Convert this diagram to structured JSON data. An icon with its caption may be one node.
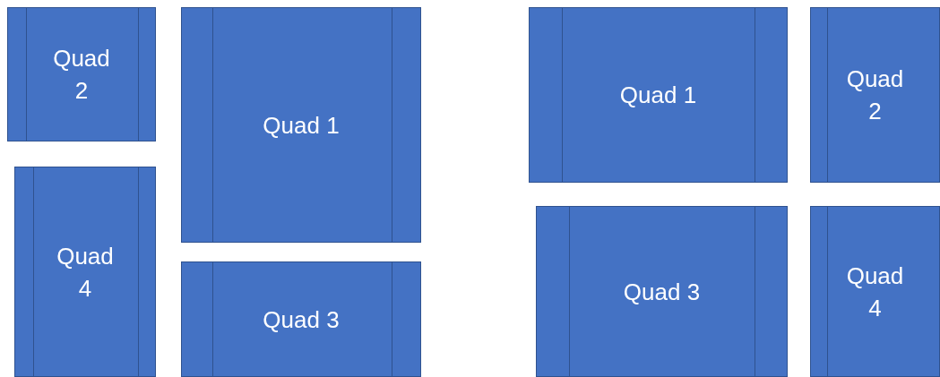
{
  "diagram": {
    "nodes": [
      {
        "text": [
          "Quad 2"
        ]
      },
      {
        "text": [
          "Quad 1"
        ]
      },
      {
        "text": [
          "Quad 4"
        ]
      },
      {
        "text": [
          "Quad 3"
        ]
      },
      {
        "text": [
          "Quad 1"
        ]
      },
      {
        "text": [
          "Quad 2"
        ]
      },
      {
        "text": [
          "Quad 3"
        ]
      },
      {
        "text": [
          "Quad 4"
        ]
      }
    ],
    "edges": []
  }
}
